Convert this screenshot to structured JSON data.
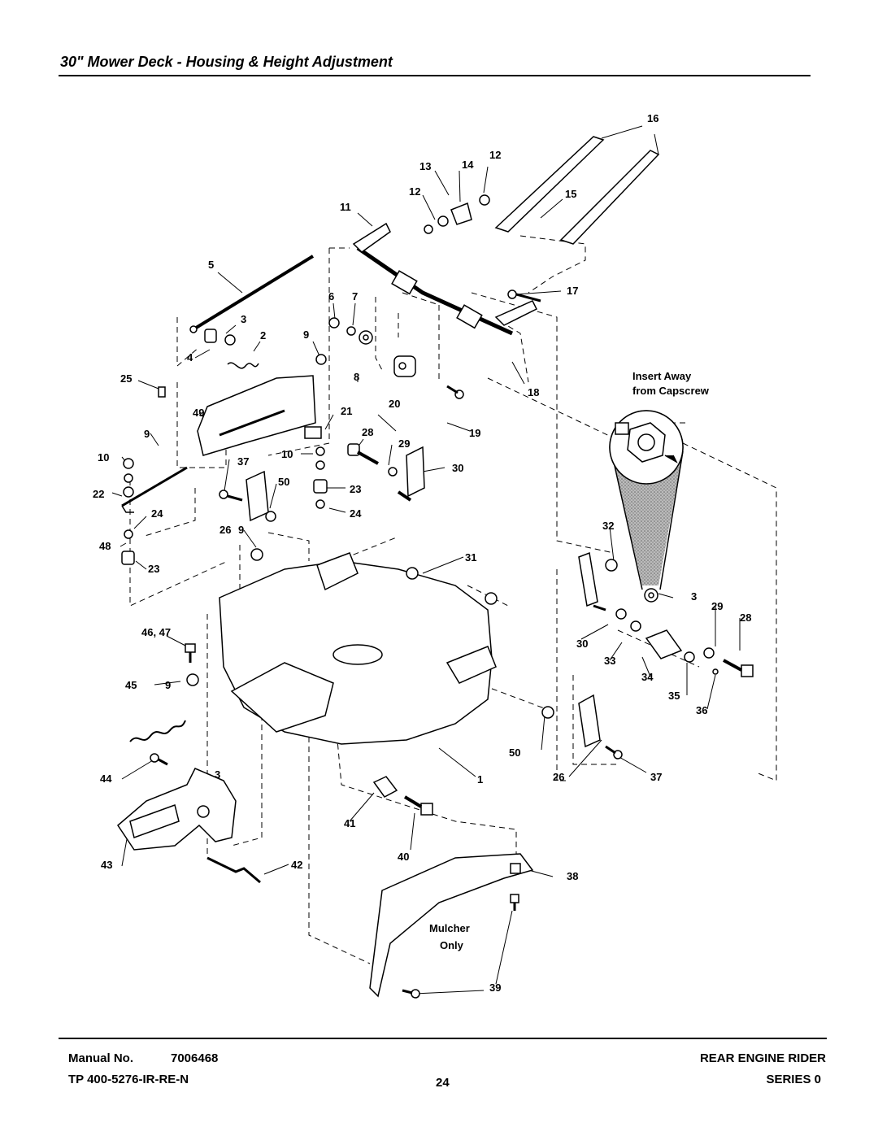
{
  "header": {
    "title": "30\" Mower Deck - Housing & Height Adjustment"
  },
  "notes": {
    "insert_line1": "Insert Away",
    "insert_line2": "from Capscrew",
    "mulcher_line1": "Mulcher",
    "mulcher_line2": "Only"
  },
  "callouts": [
    "16",
    "12",
    "14",
    "13",
    "12",
    "15",
    "11",
    "5",
    "6",
    "7",
    "17",
    "3",
    "2",
    "9",
    "4",
    "8",
    "25",
    "18",
    "21",
    "20",
    "49",
    "19",
    "28",
    "9",
    "29",
    "10",
    "37",
    "10",
    "30",
    "50",
    "22",
    "23",
    "24",
    "24",
    "32",
    "26",
    "9",
    "48",
    "31",
    "23",
    "3",
    "29",
    "28",
    "46, 47",
    "30",
    "33",
    "34",
    "35",
    "45",
    "9",
    "36",
    "50",
    "44",
    "3",
    "1",
    "26",
    "37",
    "41",
    "43",
    "42",
    "40",
    "38",
    "39"
  ],
  "footer": {
    "manual_label": "Manual No.",
    "manual_number": "7006468",
    "tp_number": "TP 400-5276-IR-RE-N",
    "page": "24",
    "product": "REAR ENGINE RIDER",
    "series": "SERIES 0"
  }
}
